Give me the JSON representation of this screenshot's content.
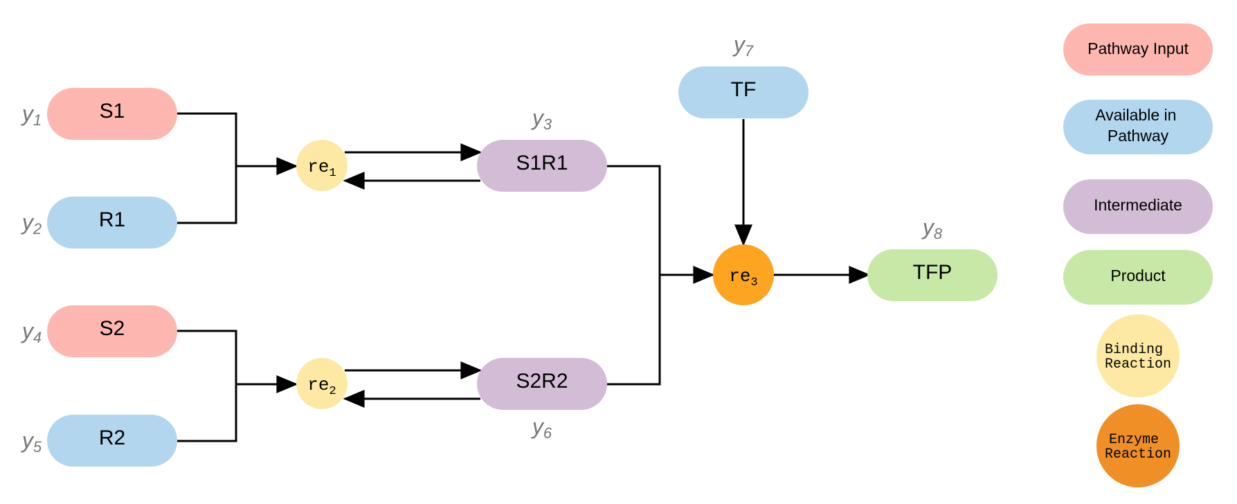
{
  "colors": {
    "pathway_input": "#fdb7b0",
    "available": "#b3d6ef",
    "intermediate": "#d3bdd6",
    "product": "#c8e8a8",
    "binding": "#fde9a3",
    "enzyme_node": "#fda521",
    "enzyme_legend": "#ef8f25",
    "variable_label": "#777777"
  },
  "nodes": {
    "s1": "S1",
    "r1": "R1",
    "s2": "S2",
    "r2": "R2",
    "s1r1": "S1R1",
    "s2r2": "S2R2",
    "tf": "TF",
    "tfp": "TFP"
  },
  "reactions": {
    "re1": {
      "base": "re",
      "sub": "1"
    },
    "re2": {
      "base": "re",
      "sub": "2"
    },
    "re3": {
      "base": "re",
      "sub": "3"
    }
  },
  "variables": {
    "y1": {
      "base": "y",
      "sub": "1"
    },
    "y2": {
      "base": "y",
      "sub": "2"
    },
    "y3": {
      "base": "y",
      "sub": "3"
    },
    "y4": {
      "base": "y",
      "sub": "4"
    },
    "y5": {
      "base": "y",
      "sub": "5"
    },
    "y6": {
      "base": "y",
      "sub": "6"
    },
    "y7": {
      "base": "y",
      "sub": "7"
    },
    "y8": {
      "base": "y",
      "sub": "8"
    }
  },
  "legend": {
    "pathway_input": "Pathway Input",
    "available_line1": "Available in",
    "available_line2": "Pathway",
    "intermediate": "Intermediate",
    "product": "Product",
    "binding_line1": "Binding",
    "binding_line2": "Reaction",
    "enzyme_line1": "Enzyme",
    "enzyme_line2": "Reaction"
  }
}
